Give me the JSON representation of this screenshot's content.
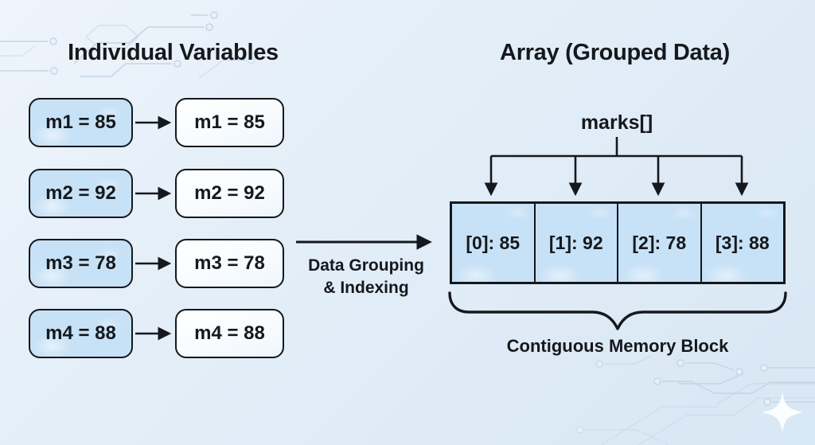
{
  "left_panel": {
    "title": "Individual Variables",
    "rows": [
      {
        "variable_box": "m1 = 85",
        "copy_box": "m1 = 85"
      },
      {
        "variable_box": "m2 = 92",
        "copy_box": "m2 = 92"
      },
      {
        "variable_box": "m3 = 78",
        "copy_box": "m3 = 78"
      },
      {
        "variable_box": "m4 = 88",
        "copy_box": "m4 = 88"
      }
    ]
  },
  "transform_arrow": {
    "label_line1": "Data Grouping",
    "label_line2": "& Indexing"
  },
  "right_panel": {
    "title": "Array (Grouped Data)",
    "array_name": "marks[]",
    "cells": [
      "[0]: 85",
      "[1]: 92",
      "[2]: 78",
      "[3]: 88"
    ],
    "caption": "Contiguous Memory Block"
  },
  "colors": {
    "box_fill_blue": "#c7e1f6",
    "box_fill_white": "#fbfdff",
    "stroke_dark": "#15181c",
    "circuit_trace": "#c3d6e8",
    "background_top": "#eef4fb",
    "background_bottom": "#d8e7f4"
  }
}
